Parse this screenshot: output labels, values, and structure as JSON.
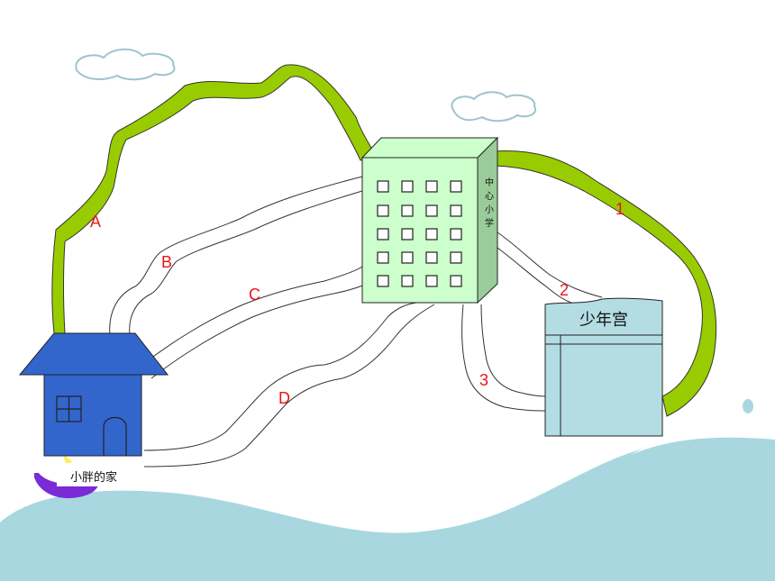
{
  "labels": {
    "home": "小胖的家",
    "school": "中心小学",
    "palace": "少年宫"
  },
  "routes_home_to_school": [
    "A",
    "B",
    "C",
    "D"
  ],
  "routes_school_to_palace": [
    "1",
    "2",
    "3"
  ],
  "colors": {
    "green_route": "#99cc00",
    "house_blue": "#3366cc",
    "school_green": "#ccffcc",
    "school_side": "#99cc99",
    "palace_blue": "#b3dde3",
    "water": "#a8d7e0",
    "label_red": "#e8161b"
  }
}
